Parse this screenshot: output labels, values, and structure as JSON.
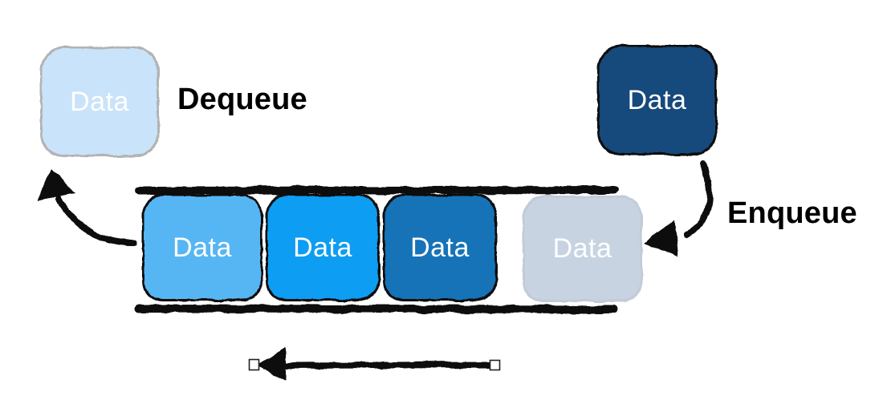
{
  "diagram": {
    "background": "#ffffff",
    "ink_color": "#101010",
    "dequeue_label": "Dequeue",
    "enqueue_label": "Enqueue",
    "dequeued_box": {
      "label": "Data",
      "fill": "#c9e3fa",
      "border": "#b3b3b3",
      "text_color": "#ffffff"
    },
    "incoming_box": {
      "label": "Data",
      "fill": "#17497b",
      "border": "#101010",
      "text_color": "#ffffff"
    },
    "queue": {
      "rail_color": "#101010",
      "items": [
        {
          "label": "Data",
          "fill": "#57b6f3",
          "border": "#101010",
          "text_color": "#ffffff"
        },
        {
          "label": "Data",
          "fill": "#0f9df2",
          "border": "#101010",
          "text_color": "#ffffff"
        },
        {
          "label": "Data",
          "fill": "#1273b7",
          "border": "#101010",
          "text_color": "#ffffff"
        },
        {
          "label": "Data",
          "fill": "#c7d3e1",
          "border": "#c2cbd7",
          "text_color": "#ffffff"
        }
      ]
    },
    "icons": {
      "dequeue_arrow": "curved-arrow-up-left",
      "enqueue_arrow": "curved-arrow-down-left",
      "direction_arrow": "straight-arrow-left",
      "handles": "selection-handle-square"
    },
    "handle_fill": "#ffffff"
  }
}
